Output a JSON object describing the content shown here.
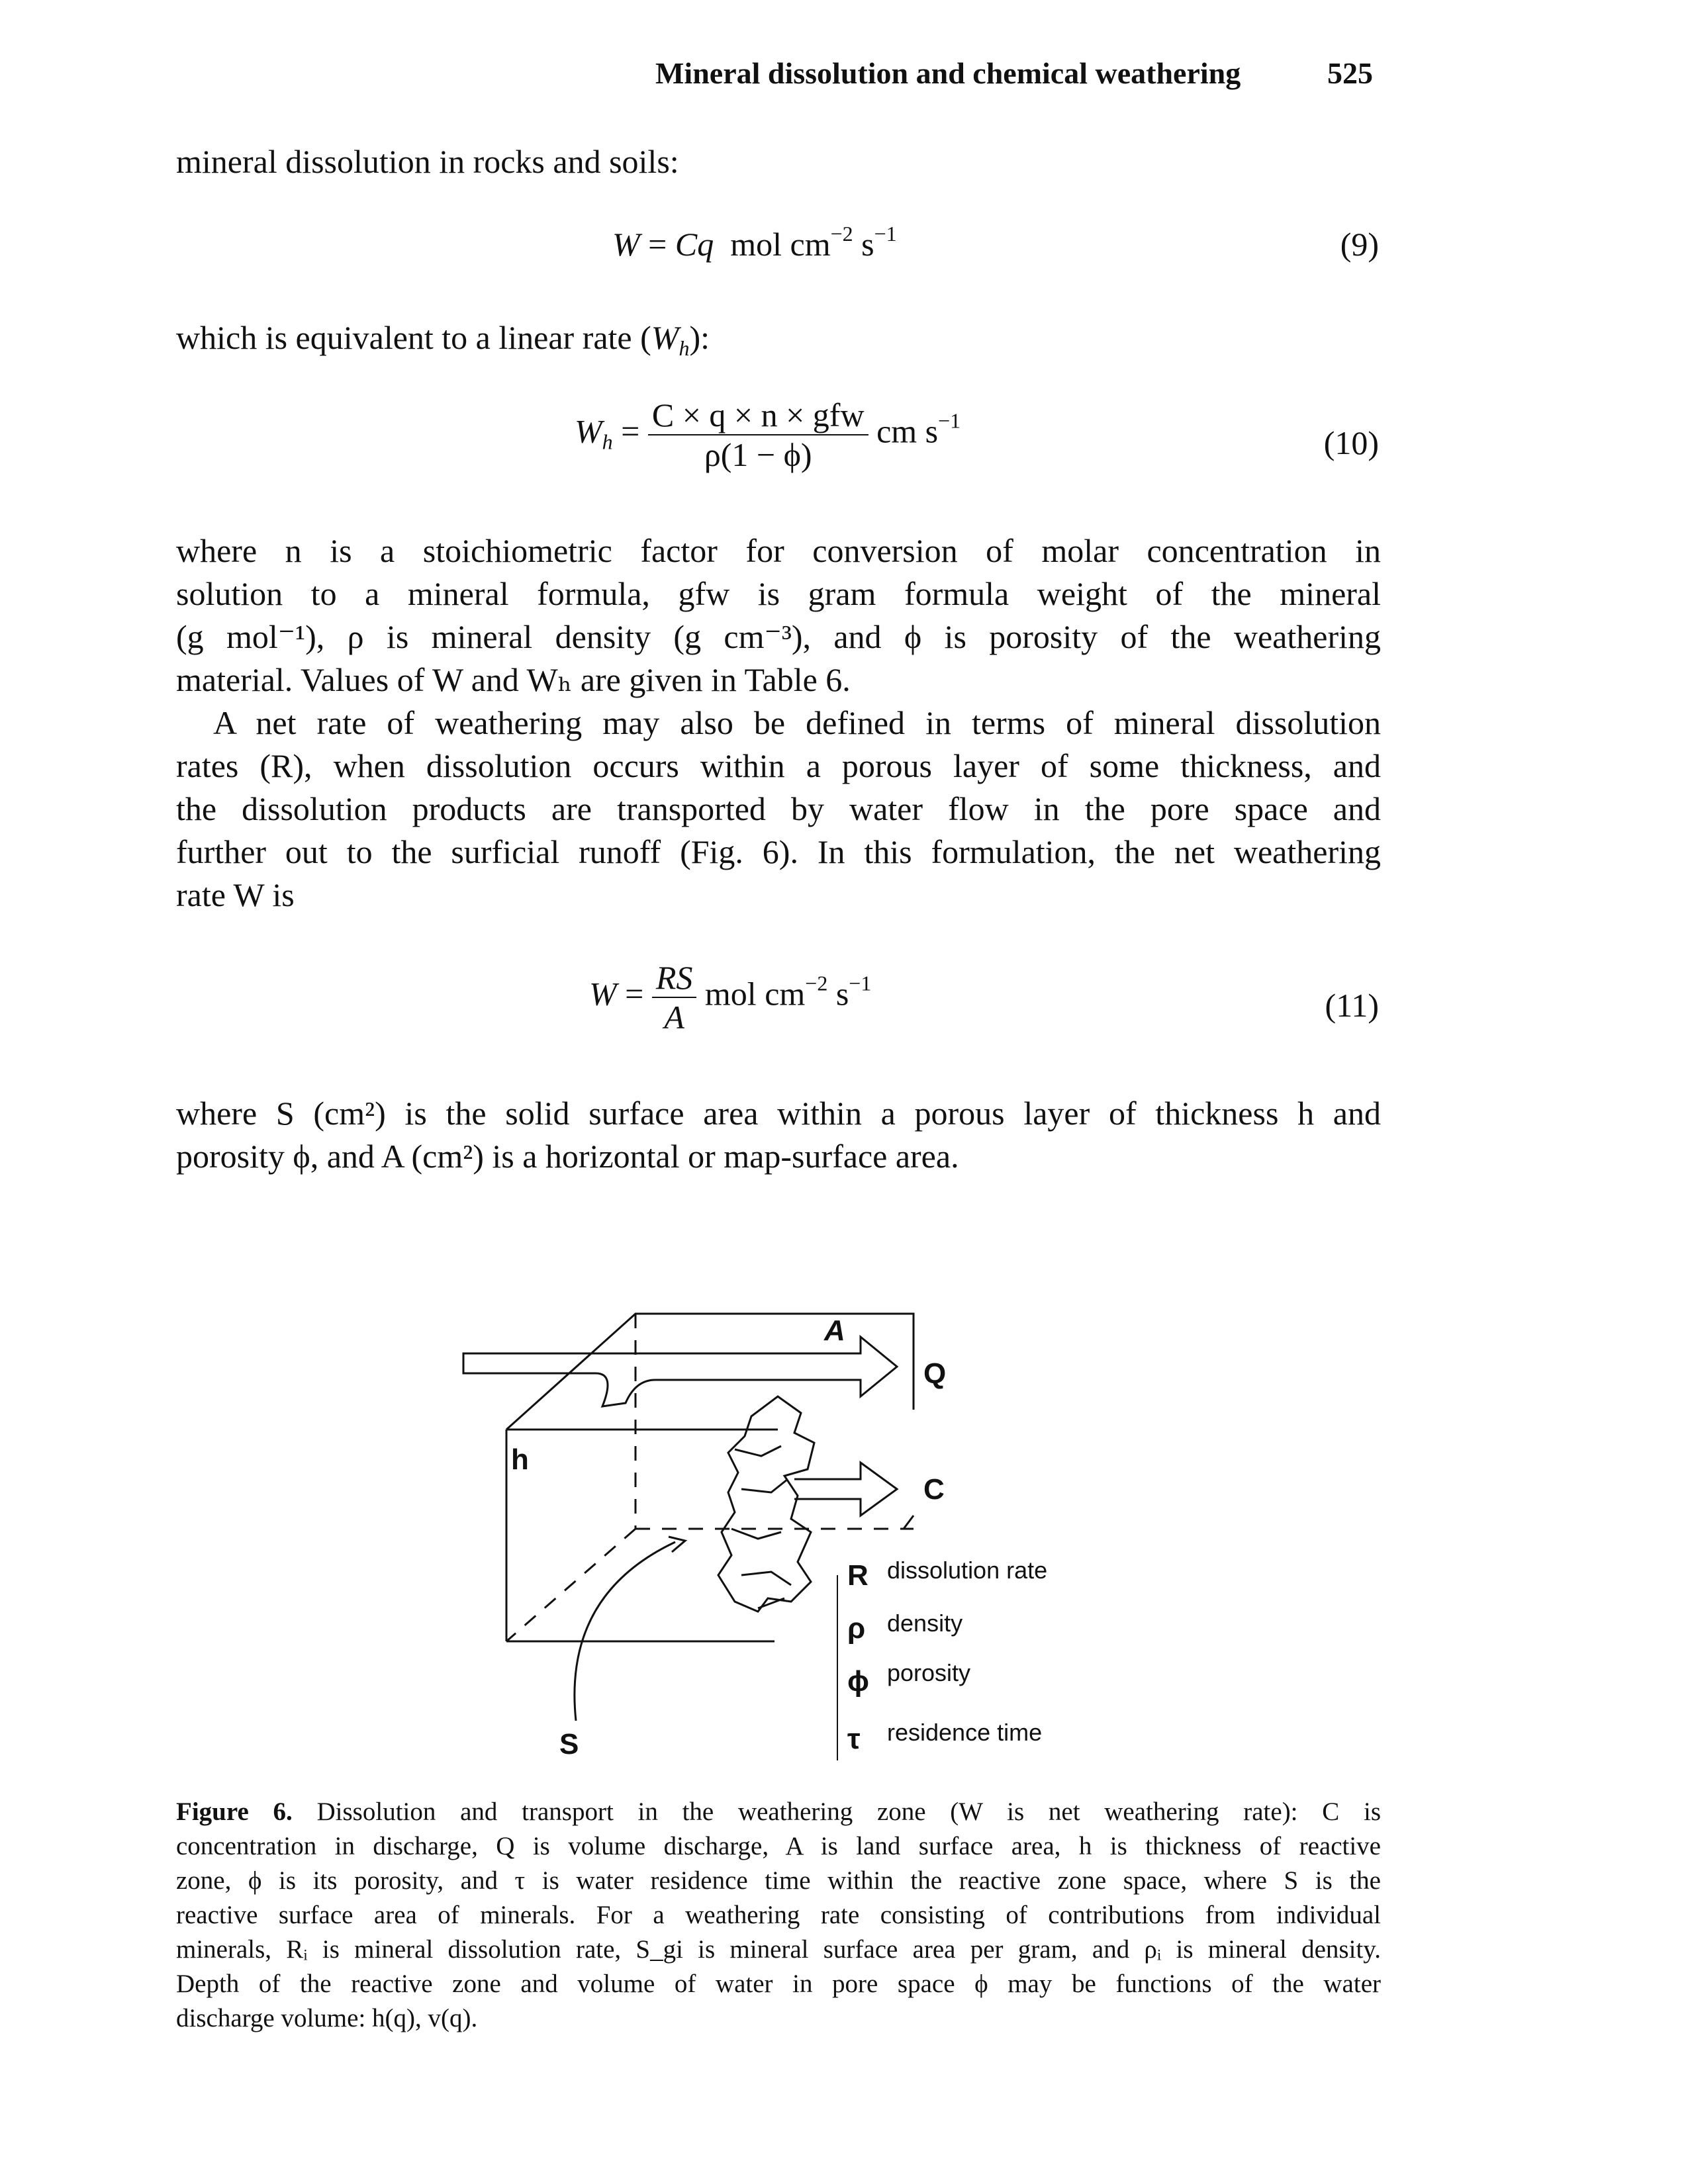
{
  "running_head": {
    "title": "Mineral dissolution and chemical weathering",
    "page_number": "525"
  },
  "intro_line": "mineral dissolution in rocks and soils:",
  "eq9": {
    "lhs": "W",
    "rhs": "Cq",
    "unit": "mol cm",
    "exp1": "−2",
    "s": "s",
    "exp2": "−1",
    "number": "(9)"
  },
  "linear_rate_line": {
    "prefix": "which is equivalent to a linear rate (",
    "sym": "W",
    "sub": "h",
    "suffix": "):"
  },
  "eq10": {
    "lhs": "W",
    "lhs_sub": "h",
    "numerator": "C × q × n × gfw",
    "denominator": "ρ(1 − ϕ)",
    "unit": "cm s",
    "exp": "−1",
    "number": "(10)"
  },
  "where_para": {
    "l1": "where n is a stoichiometric factor for conversion of molar concentration in",
    "l2": "solution to a mineral formula, gfw is gram formula weight of the mineral",
    "l3": "(g mol⁻¹), ρ is mineral density (g cm⁻³), and ϕ is porosity of the weathering",
    "l4": "material. Values of W and Wₕ are given in Table 6."
  },
  "net_rate_para": {
    "l1": "A net rate of weathering may also be defined in terms of mineral dissolution",
    "l2": "rates (R), when dissolution occurs within a porous layer of some thickness, and",
    "l3": "the dissolution products are transported by water flow in the pore space and",
    "l4": "further out to the surficial runoff (Fig. 6). In this formulation, the net weathering",
    "l5": "rate W is"
  },
  "eq11": {
    "lhs": "W",
    "numerator": "RS",
    "denominator": "A",
    "unit": "mol cm",
    "exp1": "−2",
    "s": "s",
    "exp2": "−1",
    "number": "(11)"
  },
  "s_para": {
    "l1": "where S (cm²) is the solid surface area within a porous layer of thickness h and",
    "l2": "porosity ϕ, and A (cm²) is a horizontal or map-surface area."
  },
  "figure": {
    "labels": {
      "A": "A",
      "Q": "Q",
      "C": "C",
      "h": "h",
      "S": "S",
      "R": "R",
      "rho": "ρ",
      "phi": "ϕ",
      "tau": "τ",
      "dissolution_rate": "dissolution rate",
      "density": "density",
      "porosity": "porosity",
      "residence_time": "residence time"
    }
  },
  "caption": {
    "lead": "Figure 6.",
    "l1": "Dissolution and transport in the weathering zone (W is net weathering rate): C is",
    "l2": "concentration in discharge, Q is volume discharge, A is land surface area, h is thickness of reactive",
    "l3": "zone, ϕ is its porosity, and τ is water residence time within the reactive zone space, where S is the",
    "l4": "reactive surface area of minerals. For a weathering rate consisting of contributions from individual",
    "l5": "minerals, Rᵢ is mineral dissolution rate, S_gi is mineral surface area per gram, and ρᵢ is mineral density.",
    "l6": "Depth of the reactive zone and volume of water in pore space ϕ may be functions of the water",
    "l7": "discharge volume: h(q), v(q)."
  }
}
